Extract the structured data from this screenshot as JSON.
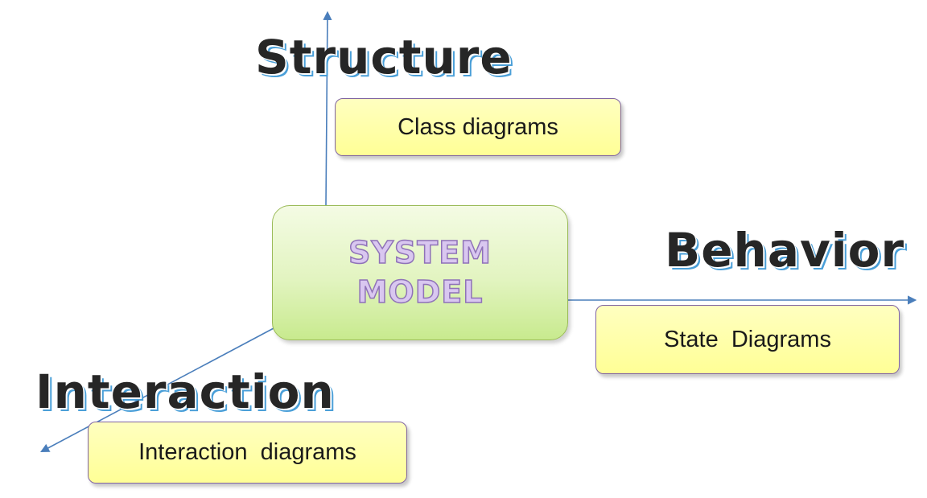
{
  "axes": {
    "structure": "Structure",
    "behavior": "Behavior",
    "interaction": "Interaction"
  },
  "center": {
    "line1": "SYSTEM",
    "line2": "MODEL"
  },
  "boxes": {
    "structure": "Class diagrams",
    "behavior": "State  Diagrams",
    "interaction": "Interaction  diagrams"
  },
  "colors": {
    "axis": "#4a7ebb",
    "heading_text": "#262626",
    "heading_shadow": "#4a9fd8",
    "label_fill": "#ffff99",
    "label_border": "#8064a2",
    "center_fill": "#d7f0a8",
    "center_border": "#9bbb59",
    "center_text": "#d9c7f0"
  }
}
